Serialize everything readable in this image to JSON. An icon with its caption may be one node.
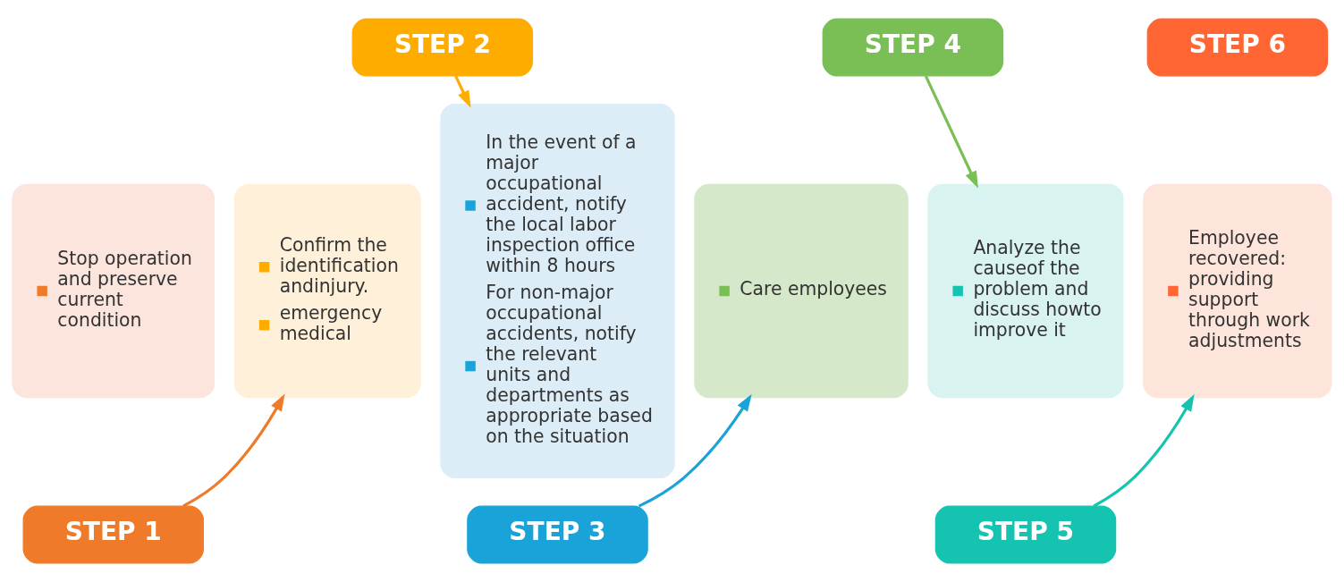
{
  "diagram": {
    "nodes": [
      {
        "text": [
          "Stop operation and preserve current condition"
        ]
      },
      {
        "text": [
          "STEP 1"
        ]
      },
      {
        "text": [
          "STEP 2"
        ]
      },
      {
        "text": [
          "Confirm the identification andinjury.",
          "emergency medical"
        ]
      },
      {
        "text": [
          "In the event of a major occupational accident, notify the local labor inspection office within 8 hours",
          "For non-major occupational accidents, notify the relevant units and departments as appropriate based on the situation"
        ]
      },
      {
        "text": [
          "STEP 3"
        ]
      },
      {
        "text": [
          "STEP 4"
        ]
      },
      {
        "text": [
          "Care employees"
        ]
      },
      {
        "text": [
          "Analyze the causeof the problem and discuss howto improve it"
        ]
      },
      {
        "text": [
          "STEP 5"
        ]
      },
      {
        "text": [
          "STEP 6"
        ]
      },
      {
        "text": [
          "Employee recovered: providing support through work adjustments"
        ]
      }
    ],
    "edges": [
      {
        "from": 1,
        "to": 3,
        "arrow": "to",
        "color": "#ef7b2a"
      },
      {
        "from": 2,
        "to": 4,
        "arrow": "to",
        "color": "#ffac00"
      },
      {
        "from": 5,
        "to": 7,
        "arrow": "to",
        "color": "#1aa3d9"
      },
      {
        "from": 6,
        "to": 8,
        "arrow": "to",
        "color": "#79bf55"
      },
      {
        "from": 9,
        "to": 11,
        "arrow": "to",
        "color": "#14c4b0"
      }
    ]
  }
}
